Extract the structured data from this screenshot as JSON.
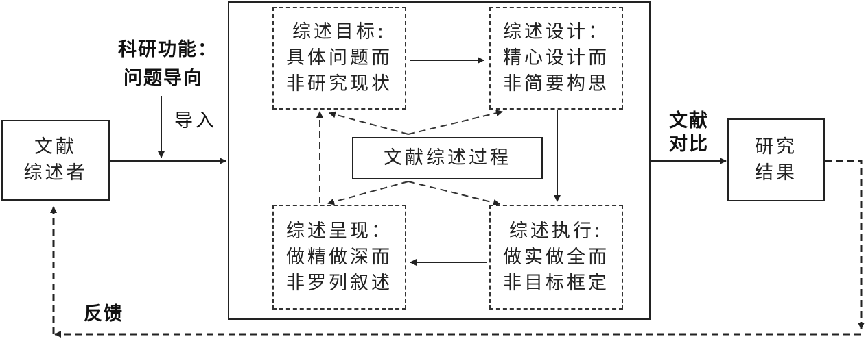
{
  "diagram": {
    "nodes": {
      "reviewer": {
        "lines": [
          "文献",
          "综述者"
        ]
      },
      "process_center": {
        "label": "文献综述过程"
      },
      "goal": {
        "lines": [
          "综述目标:",
          "具体问题而",
          "非研究现状"
        ]
      },
      "design": {
        "lines": [
          "综述设计：",
          "精心设计而",
          "非简要构思"
        ]
      },
      "execute": {
        "lines": [
          "综述执行:",
          "做实做全而",
          "非目标框定"
        ]
      },
      "present": {
        "lines": [
          "综述呈现：",
          "做精做深而",
          "非罗列叙述"
        ]
      },
      "result": {
        "lines": [
          "研究",
          "结果"
        ]
      }
    },
    "labels": {
      "research_function": [
        "科研功能：",
        "问题导向"
      ],
      "import": "导入",
      "literature_compare": [
        "文献",
        "对比"
      ],
      "feedback": "反馈"
    },
    "edges": [
      {
        "from": "reviewer",
        "to": "process_container",
        "style": "solid"
      },
      {
        "from": "research_function",
        "to": "reviewer_edge",
        "style": "solid",
        "label": "导入"
      },
      {
        "from": "goal",
        "to": "design",
        "style": "solid"
      },
      {
        "from": "design",
        "to": "execute",
        "style": "solid"
      },
      {
        "from": "execute",
        "to": "present",
        "style": "solid"
      },
      {
        "from": "present",
        "to": "goal",
        "style": "dashed"
      },
      {
        "from": "process_center",
        "to": "goal",
        "style": "dashed"
      },
      {
        "from": "process_center",
        "to": "design",
        "style": "dashed"
      },
      {
        "from": "process_center",
        "to": "execute",
        "style": "dashed"
      },
      {
        "from": "process_center",
        "to": "present",
        "style": "dashed"
      },
      {
        "from": "process_container",
        "to": "result",
        "style": "solid",
        "label": "文献对比"
      },
      {
        "from": "result",
        "to": "reviewer",
        "style": "dashed",
        "label": "反馈"
      }
    ],
    "colors": {
      "line": "#222222",
      "background": "#ffffff"
    }
  }
}
